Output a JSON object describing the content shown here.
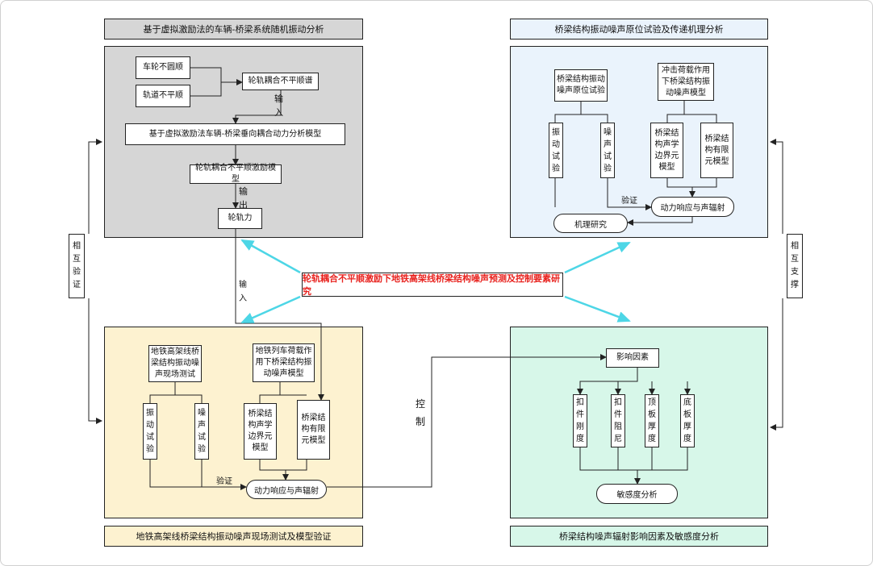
{
  "colors": {
    "panel_tl": "#d6d6d6",
    "panel_tr": "#eaf3fc",
    "panel_bl": "#fdf2d0",
    "panel_br": "#d7f7e9",
    "arrow_cyan": "#4dd6e6",
    "center_text": "#e8231f"
  },
  "center_title": "轮轨耦合不平顺激励下地铁高架线桥梁结构噪声预测及控制要素研究",
  "top_left": {
    "title": "基于虚拟激励法的车辆-桥梁系统随机振动分析",
    "wheel_unround": "车轮不圆顺",
    "track_irregular": "轨道不平顺",
    "coupled_spectrum": "轮轨耦合不平顺谱",
    "input_label": "输入",
    "model": "基于虚拟激励法车辆-桥梁垂向耦合动力分析模型",
    "excitation_model": "轮轨耦合不平顺激励模型",
    "output_label": "输出",
    "wheel_force": "轮轨力"
  },
  "top_right": {
    "title": "桥梁结构振动噪声原位试验及传递机理分析",
    "insitu_test": "桥梁结构振动噪声原位试验",
    "impact_model": "冲击荷载作用下桥梁结构振动噪声模型",
    "vib_test": "振动试验",
    "noise_test": "噪声试验",
    "bem": "桥梁结构声学边界元模型",
    "fem": "桥梁结构有限元模型",
    "verify": "验证",
    "response": "动力响应与声辐射",
    "mechanism": "机理研究"
  },
  "bottom_left": {
    "title": "地铁高架线桥梁结构振动噪声现场测试及模型验证",
    "field_test": "地铁高架线桥梁结构振动噪声现场测试",
    "train_model": "地铁列车荷载作用下桥梁结构振动噪声模型",
    "vib_test": "振动试验",
    "noise_test": "噪声试验",
    "bem": "桥梁结构声学边界元模型",
    "fem": "桥梁结构有限元模型",
    "verify": "验证",
    "response": "动力响应与声辐射"
  },
  "bottom_right": {
    "title": "桥梁结构噪声辐射影响因素及敏感度分析",
    "factors": "影响因素",
    "fastener_stiffness": "扣件刚度",
    "fastener_damping": "扣件阻尼",
    "top_plate": "顶板厚度",
    "bottom_plate": "底板厚度",
    "sensitivity": "敏感度分析"
  },
  "mid_labels": {
    "input": "输入",
    "control": "控制",
    "mutual_verify": "相互验证",
    "mutual_support": "相互支撑"
  }
}
